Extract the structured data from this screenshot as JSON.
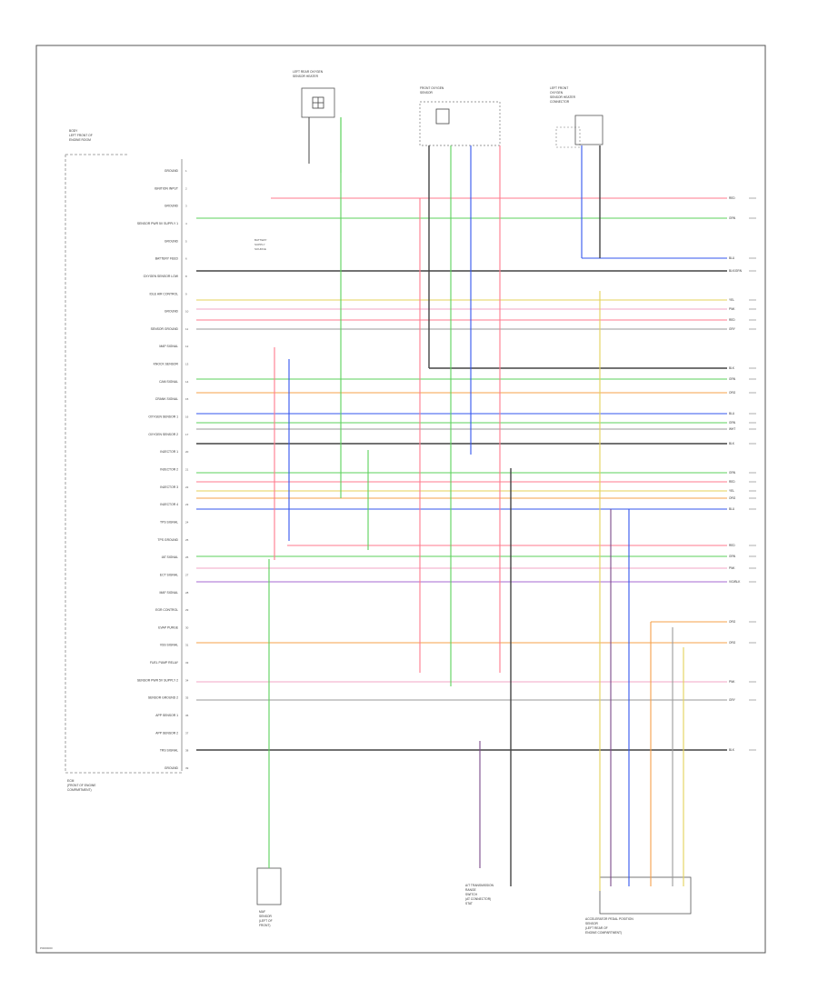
{
  "diagram": {
    "page_code": "P0000000",
    "ecm_note": "ECM\n(FRONT OF ENGINE\nCOMPARTMENT)",
    "components": {
      "left_frame_label": "BODY\nLEFT FRONT OF\nENGINE ROOM",
      "left_rear_sensor": "LEFT REAR OXYGEN\nSENSOR HEATER",
      "front_oxygen_sensor": "FRONT OXYGEN\nSENSOR",
      "left_front_oxygen": "LEFT FRONT\nOXYGEN\nSENSOR HEATER\nCONNECTOR",
      "maf_sensor": "MAF\nSENSOR\n(LEFT OF\nFRONT)",
      "transmission_range": "A/T TRANSMISSION\nRANGE\nSWITCH\n(AT CONNECTOR)\nSTAT",
      "accelerator_pedal": "ACCELERATOR PEDAL POSITION\nSENSOR\n(LEFT REAR OF\nENGINE COMPARTMENT)"
    },
    "splice_label": "BATTERY\nSUPPLY\nSOURCE"
  },
  "colors": {
    "red": "#ff7a8c",
    "green": "#5bd25b",
    "blue": "#3355ee",
    "black": "#444444",
    "yellow": "#e4d25a",
    "orange": "#f5a04a",
    "purple": "#7a4a8a",
    "pink": "#f0a6c6",
    "grey": "#9a9a9a",
    "violet": "#a66ad0"
  },
  "wires": [
    {
      "label": "RED",
      "color": "red"
    },
    {
      "label": "GRN",
      "color": "green"
    },
    {
      "label": "BLU",
      "color": "blue"
    },
    {
      "label": "BLK/GRN",
      "color": "black"
    },
    {
      "label": "YEL",
      "color": "yellow"
    },
    {
      "label": "PNK",
      "color": "pink"
    },
    {
      "label": "RED",
      "color": "red"
    },
    {
      "label": "GRY",
      "color": "grey"
    },
    {
      "label": "BLK",
      "color": "black"
    },
    {
      "label": "GRN",
      "color": "green"
    },
    {
      "label": "ORG",
      "color": "orange"
    },
    {
      "label": "BLU",
      "color": "blue"
    },
    {
      "label": "GRN",
      "color": "green"
    },
    {
      "label": "WHT",
      "color": "grey"
    },
    {
      "label": "BLK",
      "color": "black"
    },
    {
      "label": "GRN",
      "color": "green"
    },
    {
      "label": "RED",
      "color": "red"
    },
    {
      "label": "YEL",
      "color": "yellow"
    },
    {
      "label": "ORG",
      "color": "orange"
    },
    {
      "label": "BLU",
      "color": "blue"
    },
    {
      "label": "RED",
      "color": "red"
    },
    {
      "label": "GRN",
      "color": "green"
    },
    {
      "label": "PNK",
      "color": "pink"
    },
    {
      "label": "VIO/BLK",
      "color": "violet"
    },
    {
      "label": "ORG",
      "color": "orange"
    },
    {
      "label": "ORG",
      "color": "orange"
    },
    {
      "label": "PNK",
      "color": "pink"
    },
    {
      "label": "GRY",
      "color": "grey"
    },
    {
      "label": "BLK",
      "color": "black"
    }
  ],
  "ecm_pins": [
    {
      "name": "GROUND",
      "pin": "1"
    },
    {
      "name": "IGNITION INPUT",
      "pin": "2"
    },
    {
      "name": "GROUND",
      "pin": "3"
    },
    {
      "name": "SENSOR PWR 5V SUPPLY 1",
      "pin": "4"
    },
    {
      "name": "GROUND",
      "pin": "5"
    },
    {
      "name": "BATTERY FEED",
      "pin": "6"
    },
    {
      "name": "OXYGEN SENSOR LOW",
      "pin": "8"
    },
    {
      "name": "IDLE AIR CONTROL",
      "pin": "9"
    },
    {
      "name": "GROUND",
      "pin": "10"
    },
    {
      "name": "SENSOR GROUND",
      "pin": "11"
    },
    {
      "name": "MAP SIGNAL",
      "pin": "12"
    },
    {
      "name": "KNOCK SENSOR",
      "pin": "13"
    },
    {
      "name": "CAM SIGNAL",
      "pin": "14"
    },
    {
      "name": "CRANK SIGNAL",
      "pin": "15"
    },
    {
      "name": "OXYGEN SENSOR 1",
      "pin": "16"
    },
    {
      "name": "OXYGEN SENSOR 2",
      "pin": "17"
    },
    {
      "name": "INJECTOR 1",
      "pin": "20"
    },
    {
      "name": "INJECTOR 2",
      "pin": "21"
    },
    {
      "name": "INJECTOR 3",
      "pin": "22"
    },
    {
      "name": "INJECTOR 4",
      "pin": "23"
    },
    {
      "name": "TPS SIGNAL",
      "pin": "24"
    },
    {
      "name": "TPS GROUND",
      "pin": "25"
    },
    {
      "name": "IAT SIGNAL",
      "pin": "26"
    },
    {
      "name": "ECT SIGNAL",
      "pin": "27"
    },
    {
      "name": "MAF SIGNAL",
      "pin": "28"
    },
    {
      "name": "EGR CONTROL",
      "pin": "29"
    },
    {
      "name": "EVAP PURGE",
      "pin": "30"
    },
    {
      "name": "VSS SIGNAL",
      "pin": "31"
    },
    {
      "name": "FUEL PUMP RELAY",
      "pin": "33"
    },
    {
      "name": "SENSOR PWR 5V SUPPLY 2",
      "pin": "34"
    },
    {
      "name": "SENSOR GROUND 2",
      "pin": "35"
    },
    {
      "name": "APP SENSOR 1",
      "pin": "36"
    },
    {
      "name": "APP SENSOR 2",
      "pin": "37"
    },
    {
      "name": "TRS SIGNAL",
      "pin": "38"
    },
    {
      "name": "GROUND",
      "pin": "39"
    }
  ]
}
